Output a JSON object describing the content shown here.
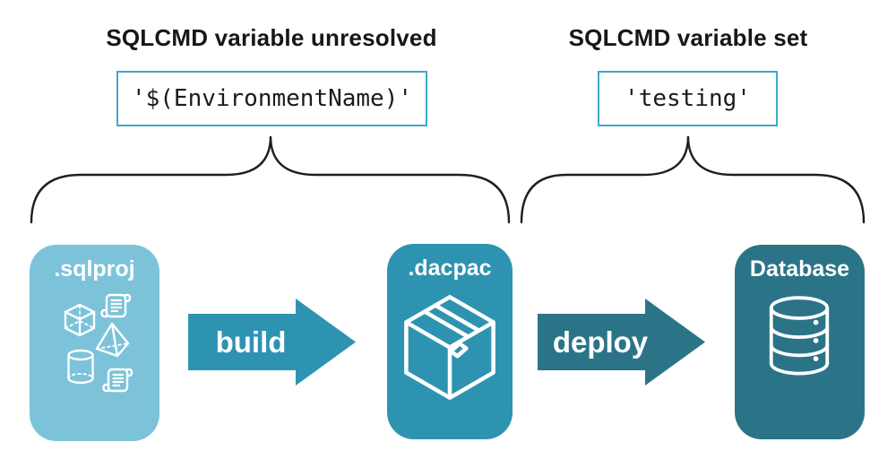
{
  "diagram": {
    "annotations": [
      {
        "heading": "SQLCMD variable unresolved",
        "code": "'$(EnvironmentName)'"
      },
      {
        "heading": "SQLCMD variable set",
        "code": "'testing'"
      }
    ],
    "stages": [
      {
        "label": ".sqlproj"
      },
      {
        "label": ".dacpac"
      },
      {
        "label": "Database"
      }
    ],
    "arrows": [
      {
        "label": "build"
      },
      {
        "label": "deploy"
      }
    ],
    "icons": {
      "sqlproj": [
        "scroll-icon",
        "cube-icon",
        "pyramid-icon",
        "cylinder-icon",
        "scroll-icon"
      ],
      "dacpac": "package-icon",
      "database": "database-icon"
    },
    "colors": {
      "sqlproj_fill": "#7cc3d9",
      "dacpac_fill": "#2e93b1",
      "database_fill": "#2b7488",
      "build_arrow": "#2e93b1",
      "deploy_arrow": "#2b7488",
      "code_box_border": "#3ea9c6",
      "brace_stroke": "#1f1f1f",
      "icon_stroke": "#ffffff",
      "heading_text": "#171717"
    }
  }
}
